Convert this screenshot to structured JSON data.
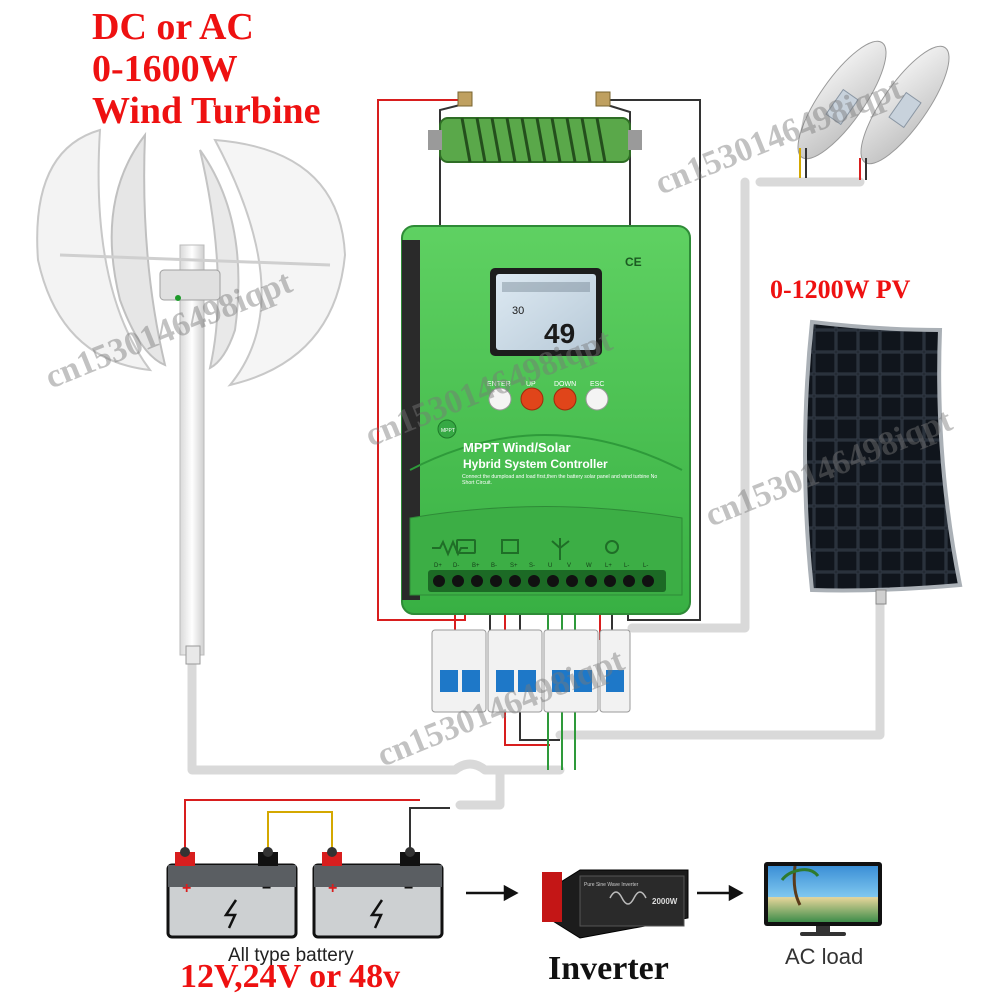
{
  "headline": {
    "line1": "DC or AC",
    "line2": "0-1600W",
    "line3": "Wind Turbine"
  },
  "pv_label": "0-1200W PV",
  "controller": {
    "brand_line1": "MPPT Wind/Solar",
    "brand_line2": "Hybrid System Controller",
    "instruction": "Connect the dumpload and load first,then the battery solar panel and wind turbine No Short Circuit.",
    "lcd_reading": "49",
    "lcd_sub_reading": "30",
    "ce_mark": "CE",
    "logo_text": "MPPT",
    "buttons": {
      "enter": "ENTER",
      "up": "UP",
      "down": "DOWN",
      "esc": "ESC"
    },
    "terminal_labels": [
      "D+",
      "D-",
      "B+",
      "B-",
      "S+",
      "S-",
      "U",
      "V",
      "W",
      "L+",
      "L-",
      "L-"
    ]
  },
  "battery": {
    "caption": "All type battery",
    "voltage": "12V,24V or 48v",
    "plus": "+",
    "minus": "−"
  },
  "inverter": {
    "label": "Inverter",
    "panel_text": "Pure Sine Wave Inverter",
    "rating": "2000W"
  },
  "ac_load": {
    "label": "AC load"
  },
  "watermark": "cn1530146498iqpt",
  "colors": {
    "headline_red": "#ee1111",
    "controller_green": "#43c04c",
    "controller_dark": "#2e9a3a",
    "resistor_green": "#5aa84a",
    "wire_red": "#d81e1e",
    "wire_dark": "#333333",
    "wire_yellow": "#d4a800",
    "cable_grey": "#d8d8d8",
    "button_red": "#e0451a",
    "button_white": "#f4f4f4",
    "breaker_blue": "#1e78c8"
  },
  "icons": {
    "dump_load": "resistor-icon",
    "battery": "battery-icon",
    "solar": "solar-panel-icon",
    "wind": "wind-turbine-icon",
    "load": "bulb-icon"
  }
}
